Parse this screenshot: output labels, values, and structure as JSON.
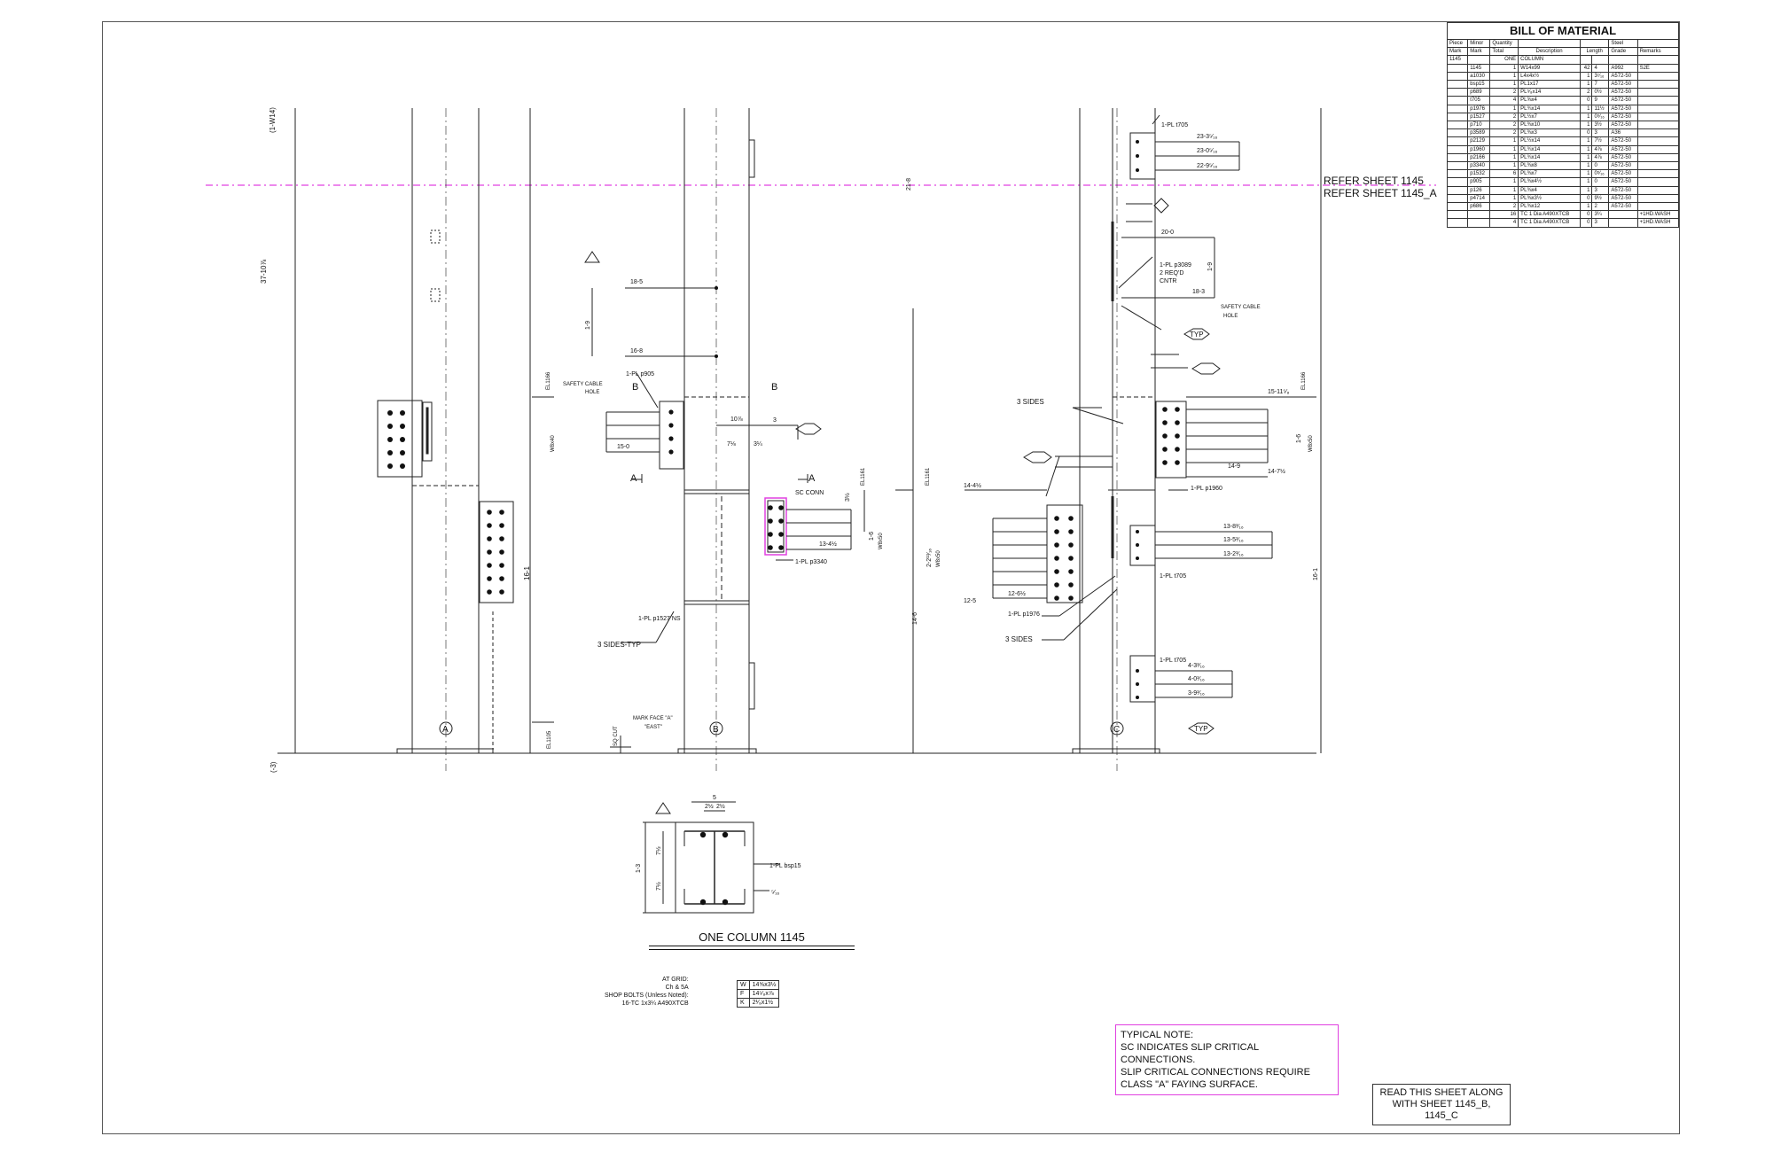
{
  "bom": {
    "title": "BILL OF MATERIAL",
    "headers_row1": [
      "Piece",
      "Minor",
      "Quantity",
      "",
      "",
      "",
      "Steel",
      ""
    ],
    "headers_row2": [
      "Mark",
      "Mark",
      "Total",
      "Description",
      "",
      "Length",
      "Grade",
      "Remarks"
    ],
    "assembly_row": {
      "mark": "1145",
      "qty": "ONE",
      "desc": "COLUMN"
    },
    "rows": [
      {
        "minor": "1145",
        "qty": "1",
        "desc": "W14x99",
        "len_ft": "42",
        "len_in": "4",
        "grade": "A992",
        "remarks": "S2E"
      },
      {
        "minor": "a1030",
        "qty": "1",
        "desc": "L4x4x½",
        "len_ft": "1",
        "len_in": "3⁷⁄₁₆",
        "grade": "A572-50",
        "remarks": ""
      },
      {
        "minor": "bsp15",
        "qty": "1",
        "desc": "PL1x17",
        "len_ft": "1",
        "len_in": "7",
        "grade": "A572-50",
        "remarks": ""
      },
      {
        "minor": "p689",
        "qty": "2",
        "desc": "PL⁵⁄₈x14",
        "len_ft": "2",
        "len_in": "0½",
        "grade": "A572-50",
        "remarks": ""
      },
      {
        "minor": "t705",
        "qty": "4",
        "desc": "PL⅝x4",
        "len_ft": "0",
        "len_in": "9",
        "grade": "A572-50",
        "remarks": ""
      },
      {
        "minor": "p1976",
        "qty": "1",
        "desc": "PL¾x14",
        "len_ft": "1",
        "len_in": "11½",
        "grade": "A572-50",
        "remarks": ""
      },
      {
        "minor": "p1527",
        "qty": "2",
        "desc": "PL½x7",
        "len_ft": "1",
        "len_in": "0⁹⁄₁₆",
        "grade": "A572-50",
        "remarks": ""
      },
      {
        "minor": "p710",
        "qty": "2",
        "desc": "PL⅜x10",
        "len_ft": "1",
        "len_in": "3½",
        "grade": "A572-50",
        "remarks": ""
      },
      {
        "minor": "p3589",
        "qty": "2",
        "desc": "PL⅜x3",
        "len_ft": "0",
        "len_in": "3",
        "grade": "A36",
        "remarks": ""
      },
      {
        "minor": "p2129",
        "qty": "1",
        "desc": "PL½x14",
        "len_ft": "1",
        "len_in": "7½",
        "grade": "A572-50",
        "remarks": ""
      },
      {
        "minor": "p1960",
        "qty": "1",
        "desc": "PL¾x14",
        "len_ft": "1",
        "len_in": "4⅞",
        "grade": "A572-50",
        "remarks": ""
      },
      {
        "minor": "p2166",
        "qty": "1",
        "desc": "PL¾x14",
        "len_ft": "1",
        "len_in": "4⅞",
        "grade": "A572-50",
        "remarks": ""
      },
      {
        "minor": "p3340",
        "qty": "1",
        "desc": "PL⅜x8",
        "len_ft": "1",
        "len_in": "0",
        "grade": "A572-50",
        "remarks": ""
      },
      {
        "minor": "p1532",
        "qty": "6",
        "desc": "PL⅜x7",
        "len_ft": "1",
        "len_in": "0⁵⁄₁₆",
        "grade": "A572-50",
        "remarks": ""
      },
      {
        "minor": "p905",
        "qty": "1",
        "desc": "PL⅜x4½",
        "len_ft": "1",
        "len_in": "0",
        "grade": "A572-50",
        "remarks": ""
      },
      {
        "minor": "p126",
        "qty": "1",
        "desc": "PL⅜x4",
        "len_ft": "1",
        "len_in": "3",
        "grade": "A572-50",
        "remarks": ""
      },
      {
        "minor": "p4714",
        "qty": "1",
        "desc": "PL⅜x3½",
        "len_ft": "0",
        "len_in": "9½",
        "grade": "A572-50",
        "remarks": ""
      },
      {
        "minor": "p686",
        "qty": "2",
        "desc": "PL⅜x12",
        "len_ft": "1",
        "len_in": "2",
        "grade": "A572-50",
        "remarks": ""
      },
      {
        "minor": "",
        "qty": "16",
        "desc": "TC 1 Dia A490XTCB",
        "len_ft": "0",
        "len_in": "3¼",
        "grade": "",
        "remarks": "+1HD.WASH"
      },
      {
        "minor": "",
        "qty": "4",
        "desc": "TC 1 Dia A490XTCB",
        "len_ft": "0",
        "len_in": "3",
        "grade": "",
        "remarks": "+1HD.WASH"
      }
    ]
  },
  "refer": [
    "REFER SHEET 1145",
    "REFER SHEET 1145_A"
  ],
  "note": {
    "lines": [
      "TYPICAL NOTE:",
      "SC INDICATES SLIP CRITICAL CONNECTIONS.",
      "SLIP CRITICAL CONNECTIONS REQUIRE",
      "CLASS \"A\" FAYING SURFACE."
    ]
  },
  "read_note": [
    "READ THIS SHEET ALONG",
    "WITH SHEET 1145_B, 1145_C"
  ],
  "title": {
    "main": "ONE COLUMN 1145",
    "grid_label": "AT GRID:",
    "grid_value": "Ch & 5A",
    "bolts_label": "SHOP BOLTS (Unless Noted):",
    "bolts_value": "16-TC 1x3¼ A490XTCB",
    "dims": [
      {
        "k": "W",
        "v": "14⅝x3½"
      },
      {
        "k": "F",
        "v": "14⁵⁄₈x⅞"
      },
      {
        "k": "K",
        "v": "2¹⁄₈x1½"
      }
    ]
  },
  "views": {
    "a": {
      "grid": "A",
      "label_top": "(1-W14)",
      "height": "37-10⅞",
      "bottom": "(-3)",
      "dim_right": "16-1"
    },
    "b": {
      "grid": "B",
      "dims": [
        "18-5",
        "16-8",
        "1-9",
        "15-0",
        "10⅞",
        "3",
        "7⅛",
        "3¼",
        "3½",
        "13-4½",
        "1-6",
        "14-6",
        "21-8"
      ],
      "labels": [
        "SAFETY CABLE",
        "HOLE",
        "1-PL p905",
        "B",
        "B",
        "A",
        "A",
        "SC CONN",
        "1-PL p3340",
        "1-PL p1527 NS",
        "3 SIDES-TYP",
        "MARK FACE \"A\"",
        "\"EAST\"",
        "EL1166",
        "EL1105",
        "EL1161",
        "SQ CUT",
        "W8x40",
        "W8x50"
      ]
    },
    "c": {
      "grid": "C",
      "dims": [
        "23-3⁵⁄₁₆",
        "23-0⁵⁄₁₆",
        "22-9⁵⁄₁₆",
        "20-0",
        "18-3",
        "1-9",
        "15-11⁵⁄₈",
        "14-9",
        "14-7½",
        "1-6",
        "14-4½",
        "12-6½",
        "12-5",
        "13-8³⁄₁₆",
        "13-5³⁄₁₆",
        "13-2³⁄₁₆",
        "4-3³⁄₁₆",
        "4-0³⁄₁₆",
        "3-9³⁄₁₆",
        "2-2¹³⁄₁₆",
        "16-1"
      ],
      "labels": [
        "1-PL t705",
        "1-PL p3089",
        "2 REQ'D",
        "CNTR",
        "SAFETY CABLE",
        "HOLE",
        "TYP",
        "3 SIDES",
        "1-PL p1960",
        "1-PL t705",
        "1-PL p1976",
        "3 SIDES",
        "1-PL t705",
        "TYP",
        "EL1166",
        "EL1161",
        "W8x50",
        "W8x50"
      ]
    }
  },
  "section": {
    "dims": [
      "5",
      "2½",
      "2½",
      "1-3",
      "7½",
      "7½"
    ],
    "label": "1-PL bsp15",
    "weld": "⁵⁄₁₆"
  },
  "colors": {
    "accent_magenta": "#e040e0",
    "line": "#222222"
  }
}
